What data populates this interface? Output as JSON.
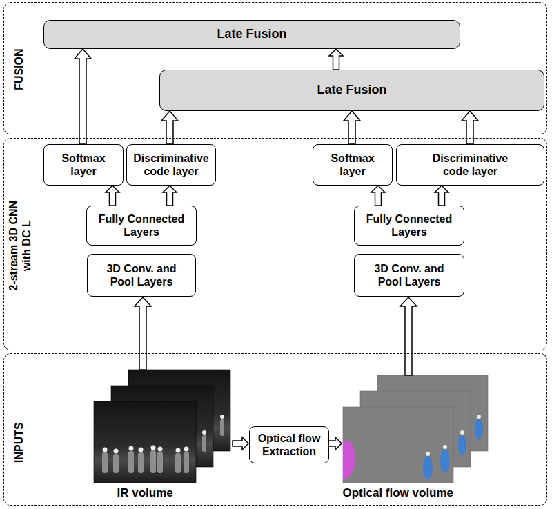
{
  "diagram": {
    "nodes": [
      {
        "text": [
          "FUSION"
        ]
      },
      {
        "text": [
          "Late Fusion"
        ],
        "in": 0
      },
      {
        "text": [
          "Late Fusion"
        ],
        "in": 0
      },
      {
        "text": [
          "2-stream 3D CNN with DC L"
        ]
      },
      {
        "text": [
          "Softmax layer"
        ],
        "in": 3
      },
      {
        "text": [
          "Discriminative code layer"
        ],
        "in": 3
      },
      {
        "text": [
          "Fully Connected Layers"
        ],
        "in": 3
      },
      {
        "text": [
          "3D Conv. and Pool Layers"
        ],
        "in": 3
      },
      {
        "text": [
          "Softmax layer"
        ],
        "in": 3
      },
      {
        "text": [
          "Discriminative code layer"
        ],
        "in": 3
      },
      {
        "text": [
          "Fully Connected Layers"
        ],
        "in": 3
      },
      {
        "text": [
          "3D Conv. and Pool Layers"
        ],
        "in": 3
      },
      {
        "text": [
          "INPUTS"
        ]
      },
      {
        "text": [
          "Optical flow Extraction"
        ],
        "in": 12
      }
    ],
    "edges": [
      {
        "from": 4,
        "to": 1,
        "arrow": "to"
      },
      {
        "from": 5,
        "to": 2,
        "arrow": "to"
      },
      {
        "from": 8,
        "to": 2,
        "arrow": "to"
      },
      {
        "from": 9,
        "to": 2,
        "arrow": "to"
      },
      {
        "from": 2,
        "to": 1,
        "arrow": "to"
      },
      {
        "from": 6,
        "to": 4,
        "arrow": "to"
      },
      {
        "from": 6,
        "to": 5,
        "arrow": "to"
      },
      {
        "from": 10,
        "to": 8,
        "arrow": "to"
      },
      {
        "from": 10,
        "to": 9,
        "arrow": "to"
      }
    ],
    "labels": [
      "IR volume",
      "Optical flow volume"
    ]
  }
}
